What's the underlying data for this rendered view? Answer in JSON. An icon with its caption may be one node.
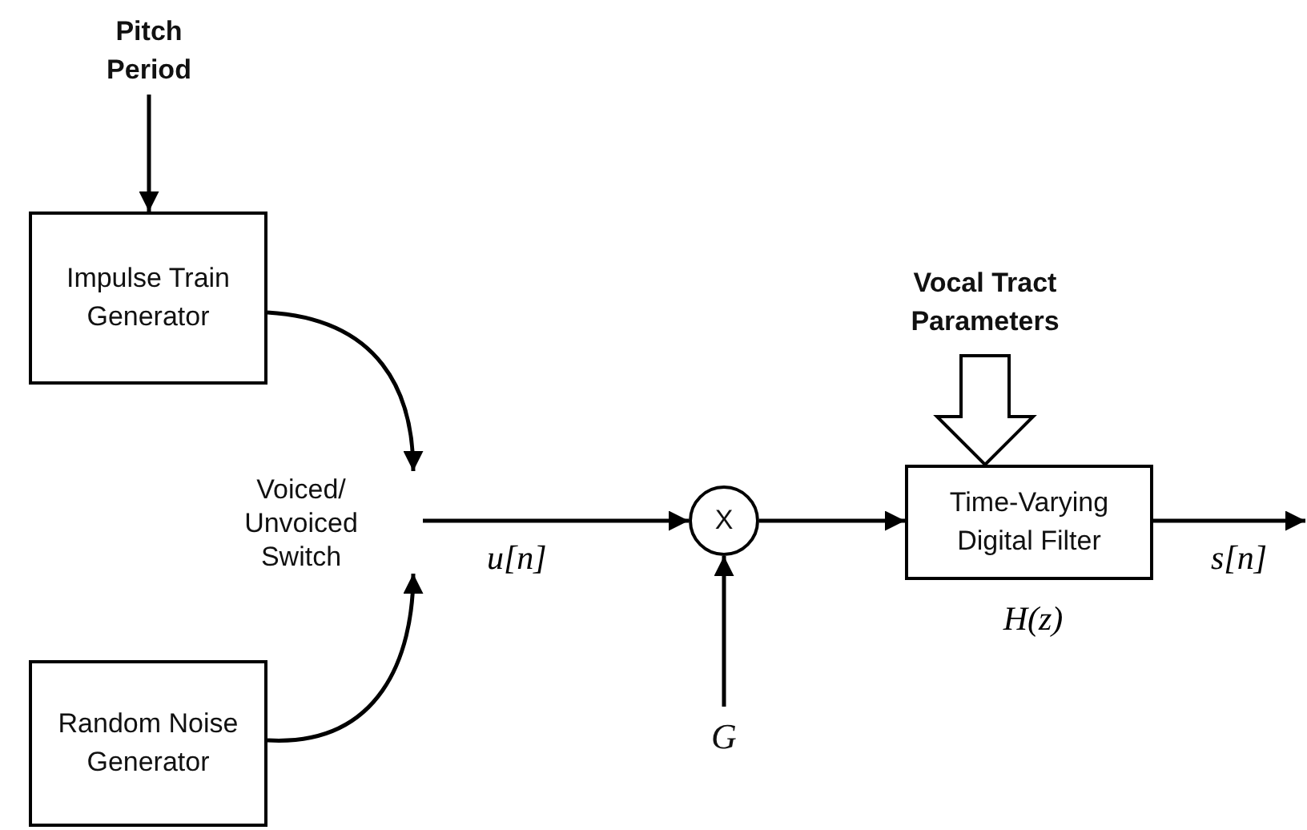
{
  "diagram": {
    "nodes": [
      {
        "text": [
          "Pitch Period"
        ]
      },
      {
        "text": [
          "Impulse Train Generator"
        ]
      },
      {
        "text": [
          "Random Noise Generator"
        ]
      },
      {
        "text": [
          "Voiced/ Unvoiced Switch"
        ]
      },
      {
        "text": [
          "X"
        ]
      },
      {
        "text": [
          "G"
        ]
      },
      {
        "text": [
          "Vocal Tract Parameters"
        ]
      },
      {
        "text": [
          "Time-Varying Digital Filter"
        ],
        "beside": [
          "H(z)"
        ]
      }
    ],
    "edges": [
      {
        "from": 0,
        "to": 1,
        "arrow": "to"
      },
      {
        "from": 1,
        "to": 3,
        "arrow": "to"
      },
      {
        "from": 2,
        "to": 3,
        "arrow": "to"
      },
      {
        "from": 3,
        "to": 4,
        "arrow": "to",
        "label": "u[n]"
      },
      {
        "from": 5,
        "to": 4,
        "arrow": "to"
      },
      {
        "from": 4,
        "to": 7,
        "arrow": "to"
      },
      {
        "from": 6,
        "to": 7,
        "arrow": "to",
        "style": "thick"
      },
      {
        "from": 7,
        "to": null,
        "arrow": "to",
        "label": "s[n]"
      }
    ]
  }
}
